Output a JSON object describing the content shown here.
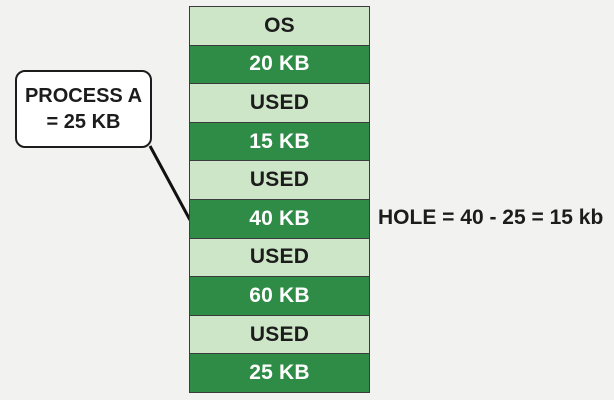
{
  "colors": {
    "background": "#f2f2f1",
    "block_dark": "#2e8c46",
    "block_light": "#cde6c7",
    "block_border": "#3b3b3b",
    "text_dark": "#1c1c1c",
    "text_light": "#ffffff",
    "callout_bg": "#ffffff",
    "callout_border": "#1c1c1c",
    "leader_line": "#111111"
  },
  "memory_stack": {
    "blocks": [
      {
        "label": "OS",
        "type": "light"
      },
      {
        "label": "20 KB",
        "type": "dark"
      },
      {
        "label": "USED",
        "type": "light"
      },
      {
        "label": "15 KB",
        "type": "dark"
      },
      {
        "label": "USED",
        "type": "light"
      },
      {
        "label": "40 KB",
        "type": "dark"
      },
      {
        "label": "USED",
        "type": "light"
      },
      {
        "label": "60 KB",
        "type": "dark"
      },
      {
        "label": "USED",
        "type": "light"
      },
      {
        "label": "25 KB",
        "type": "dark"
      }
    ]
  },
  "callout": {
    "line1": "PROCESS A",
    "line2": "= 25 KB"
  },
  "annotation": {
    "hole_text": "HOLE = 40 - 25 = 15 kb"
  }
}
